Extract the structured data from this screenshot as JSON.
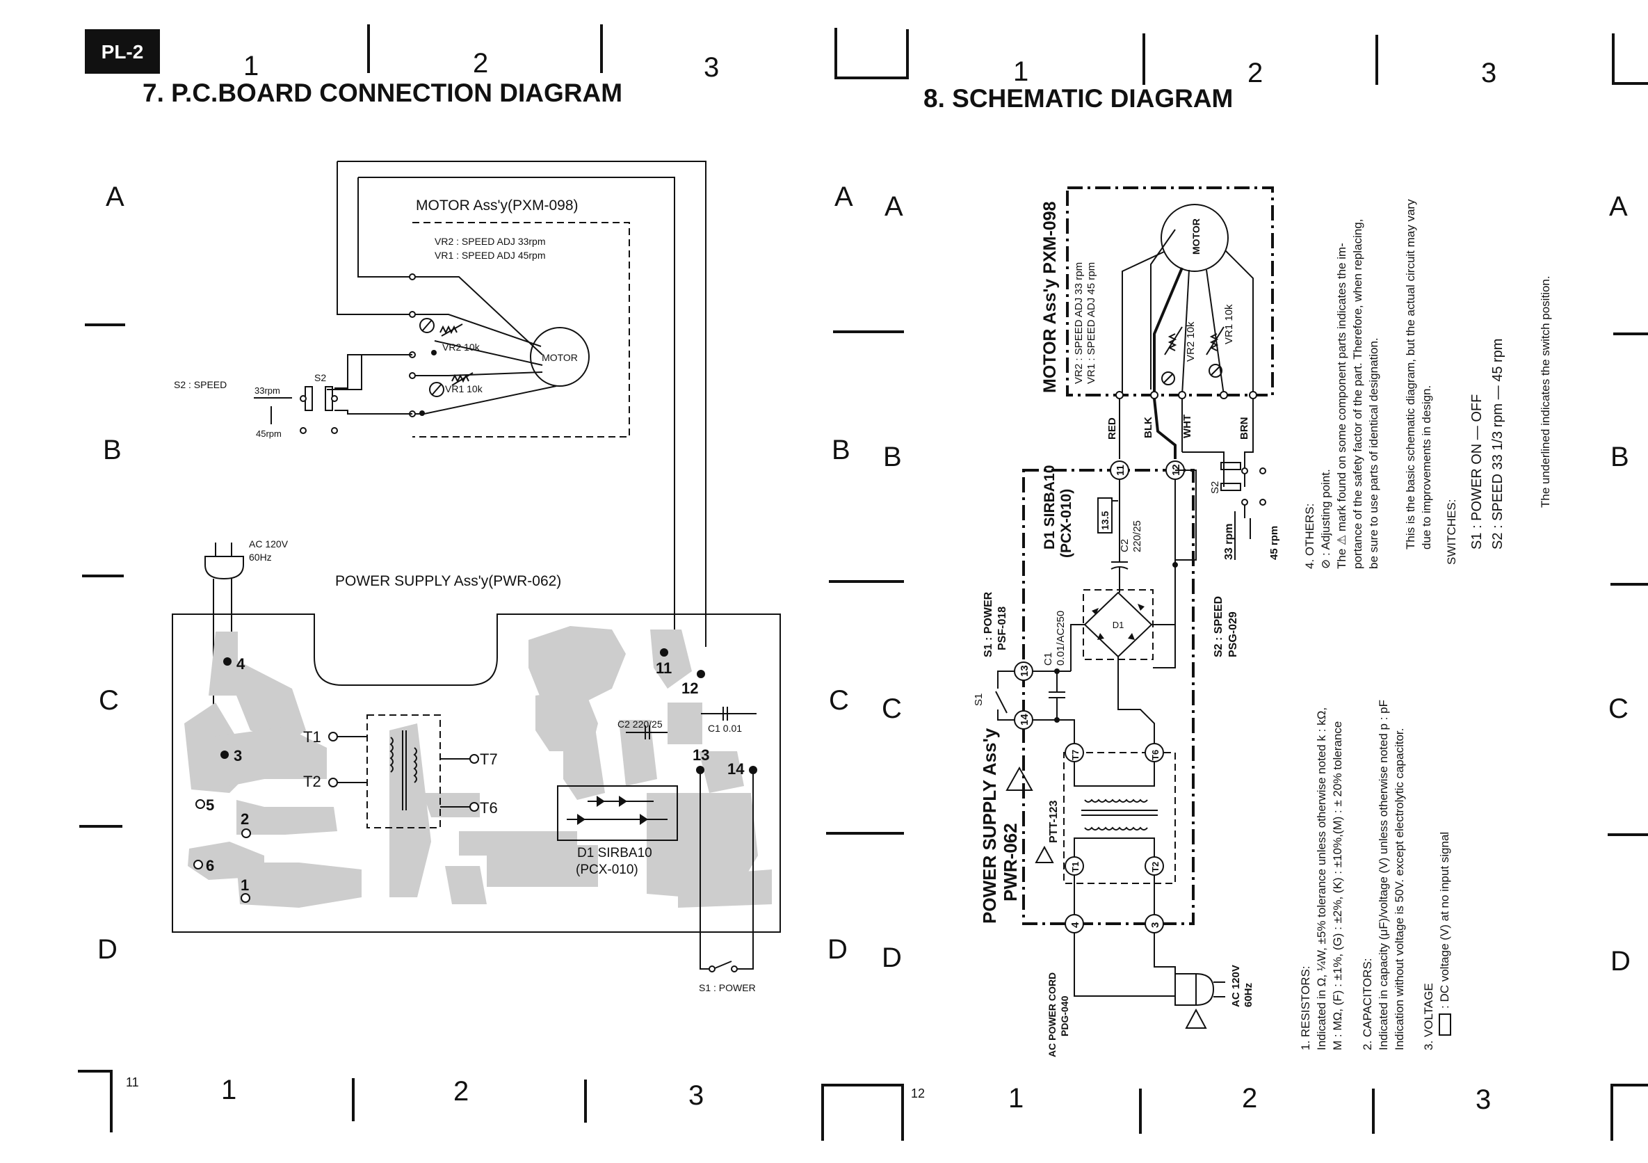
{
  "badge": "PL-2",
  "left_page": {
    "title": "7. P.C.BOARD  CONNECTION  DIAGRAM",
    "page_number": "11",
    "grid_cols": [
      "1",
      "2",
      "3"
    ],
    "grid_rows": [
      "A",
      "B",
      "C",
      "D"
    ],
    "motor_assy": "MOTOR Ass'y(PXM-098)",
    "vr2_note": "VR2 : SPEED ADJ 33rpm",
    "vr1_note": "VR1 : SPEED ADJ 45rpm",
    "vr2": "VR2  10k",
    "vr1": "VR1  10k",
    "motor": "MOTOR",
    "s2_speed": "S2 : SPEED",
    "s2": "S2",
    "rpm33": "33rpm",
    "rpm45": "45rpm",
    "ac_line": "AC 120V",
    "ac_freq": "60Hz",
    "power_supply": "POWER SUPPLY Ass'y(PWR-062)",
    "terminals": {
      "t1": "T1",
      "t2": "T2",
      "t6": "T6",
      "t7": "T7"
    },
    "pins": {
      "p1": "1",
      "p2": "2",
      "p3": "3",
      "p4": "4",
      "p5": "5",
      "p6": "6",
      "p11": "11",
      "p12": "12",
      "p13": "13",
      "p14": "14"
    },
    "c2": "C2 220/25",
    "c1": "C1 0.01",
    "d1_line1": "D1 SIRBA10",
    "d1_line2": "(PCX-010)",
    "s1_power": "S1 : POWER"
  },
  "right_page": {
    "title": "8. SCHEMATIC  DIAGRAM",
    "page_number": "12",
    "grid_cols": [
      "1",
      "2",
      "3"
    ],
    "grid_rows": [
      "A",
      "B",
      "C",
      "D"
    ],
    "motor_assy": "MOTOR Ass'y PXM-098",
    "vr2_note": "VR2 : SPEED ADJ 33 rpm",
    "vr1_note": "VR1 : SPEED ADJ 45 rpm",
    "motor": "MOTOR",
    "vr2": "VR2 10k",
    "vr1": "VR1 10k",
    "wires": {
      "red": "RED",
      "blk": "BLK",
      "wht": "WHT",
      "brn": "BRN"
    },
    "s2": "S2",
    "rpm33": "33 rpm",
    "rpm45": "45 rpm",
    "s2_assy_line1": "S2 : SPEED",
    "s2_assy_line2": "PSG-029",
    "s1_assy_line1": "S1 : POWER",
    "s1_assy_line2": "PSF-018",
    "s1": "S1",
    "d1_line1": "D1 SIRBA10",
    "d1_line2": "(PCX-010)",
    "voltage_box": "13.5",
    "c2_line1": "C2",
    "c2_line2": "220/25",
    "c1_line1": "C1",
    "c1_line2": "0.01/AC250",
    "d1": "D1",
    "transformer": "PTT-123",
    "power_supply_line1": "POWER SUPPLY Ass'y",
    "power_supply_line2": "PWR-062",
    "cord_line1": "AC POWER CORD",
    "cord_line2": "PDG-040",
    "ac_line": "AC 120V",
    "ac_freq": "60Hz",
    "nodes": {
      "n3": "3",
      "n4": "4",
      "n11": "11",
      "n12": "12",
      "n13": "13",
      "n14": "14",
      "t1": "T1",
      "t2": "T2",
      "t6": "T6",
      "t7": "T7"
    }
  },
  "notes": {
    "resistors_title": "1. RESISTORS:",
    "resistors_line1": "Indicated in Ω, ¼W, ±5% tolerance unless otherwise noted k : kΩ,",
    "resistors_line2": "M : MΩ, (F) : ±1%, (G) : ±2%, (K) : ±10%,(M) : ± 20% tolerance",
    "capacitors_title": "2. CAPACITORS:",
    "capacitors_line1": "Indicated in capacity (μF)/voltage (V) unless otherwise noted p : pF",
    "capacitors_line2": "Indication  without  voltage  is  50V.  except  electrolytic  capacitor.",
    "voltage_title": "3. VOLTAGE",
    "voltage_line1": ": DC voltage (V) at no input signal",
    "others_title": "4. OTHERS:",
    "others_line1": "⊘ : Adjusting point.",
    "others_line2": "The  ⚠  mark found on some component parts indicates the im-",
    "others_line3": "portance of the safety factor of the part. Therefore, when replacing,",
    "others_line4": "be sure to use parts of identical designation.",
    "basic_line1": "This is the basic schematic diagram, but the actual circuit may vary",
    "basic_line2": "due to improvements in design.",
    "switches_title": "SWITCHES:",
    "sw1": "S1  :  POWER          ON    —    OFF",
    "sw2": "S2  :  SPEED     33 1/3 rpm  —  45 rpm",
    "underline_note": "The underlined indicates the switch position."
  }
}
